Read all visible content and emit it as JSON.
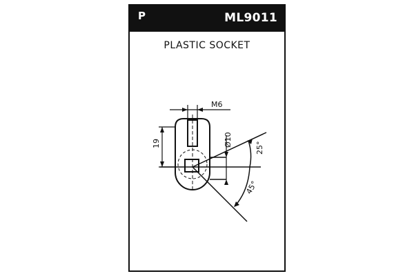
{
  "header": {
    "letter": "P",
    "part_number": "ML9011"
  },
  "title": "PLASTIC SOCKET",
  "dimensions": {
    "thread": "M6",
    "height": "19",
    "diameter": "Ø10",
    "angle_upper": "25°",
    "angle_lower": "45°"
  },
  "colors": {
    "ink": "#111111",
    "background": "#ffffff"
  }
}
